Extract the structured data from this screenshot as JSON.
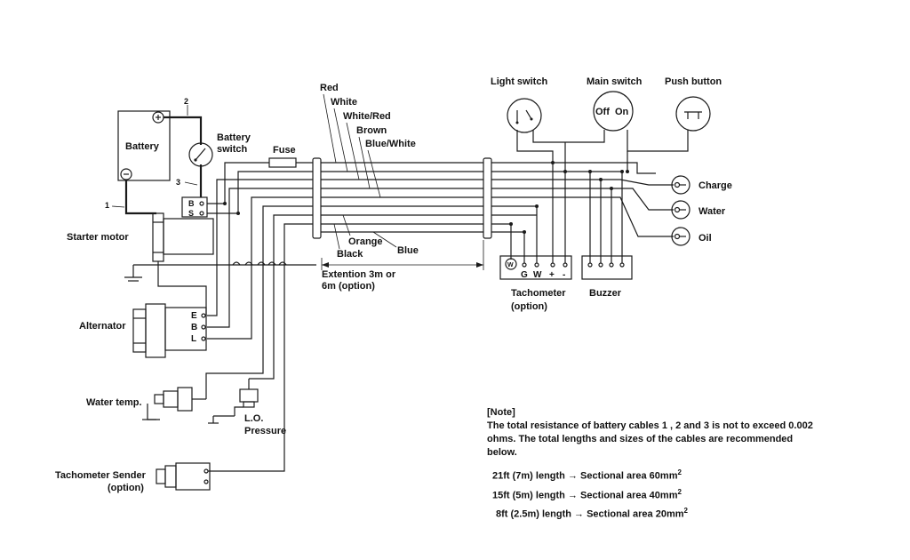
{
  "labels": {
    "battery": "Battery",
    "battery_switch_1": "Battery",
    "battery_switch_2": "switch",
    "fuse": "Fuse",
    "starter_motor": "Starter motor",
    "alternator": "Alternator",
    "water_temp": "Water temp.",
    "lo_pressure_1": "L.O.",
    "lo_pressure_2": "Pressure",
    "tacho_sender_1": "Tachometer Sender",
    "tacho_sender_2": "(option)",
    "light_switch": "Light switch",
    "main_switch": "Main switch",
    "push_button": "Push button",
    "charge": "Charge",
    "water": "Water",
    "oil": "Oil",
    "tachometer_1": "Tachometer",
    "tachometer_2": "(option)",
    "buzzer": "Buzzer",
    "extension_1": "Extention  3m or",
    "extension_2": "6m (option)",
    "off": "Off",
    "on": "On",
    "cable_1": "1",
    "cable_2": "2",
    "cable_3": "3"
  },
  "terminals": {
    "b": "B",
    "s": "S",
    "alt_e": "E",
    "alt_b": "B",
    "alt_l": "L",
    "tach_g": "G",
    "tach_w": "W",
    "tach_plus": "+",
    "tach_minus": "-"
  },
  "wire_colors": {
    "red": "Red",
    "white": "White",
    "white_red": "White/Red",
    "brown": "Brown",
    "blue_white": "Blue/White",
    "orange": "Orange",
    "black": "Black",
    "blue": "Blue"
  },
  "note": {
    "heading": "[Note]",
    "text": "The total resistance of battery cables  1  ,  2  and  3  is not to exceed 0.002 ohms. The total lengths and sizes of the cables are recommended below.",
    "specs": [
      {
        "length": "21ft (7m) length",
        "arrow": "→",
        "area": "Sectional area 60mm",
        "sup": "2"
      },
      {
        "length": "15ft (5m) length",
        "arrow": "→",
        "area": "Sectional area 40mm",
        "sup": "2"
      },
      {
        "length": "8ft (2.5m) length",
        "arrow": "→",
        "area": "Sectional area 20mm",
        "sup": "2"
      }
    ]
  }
}
